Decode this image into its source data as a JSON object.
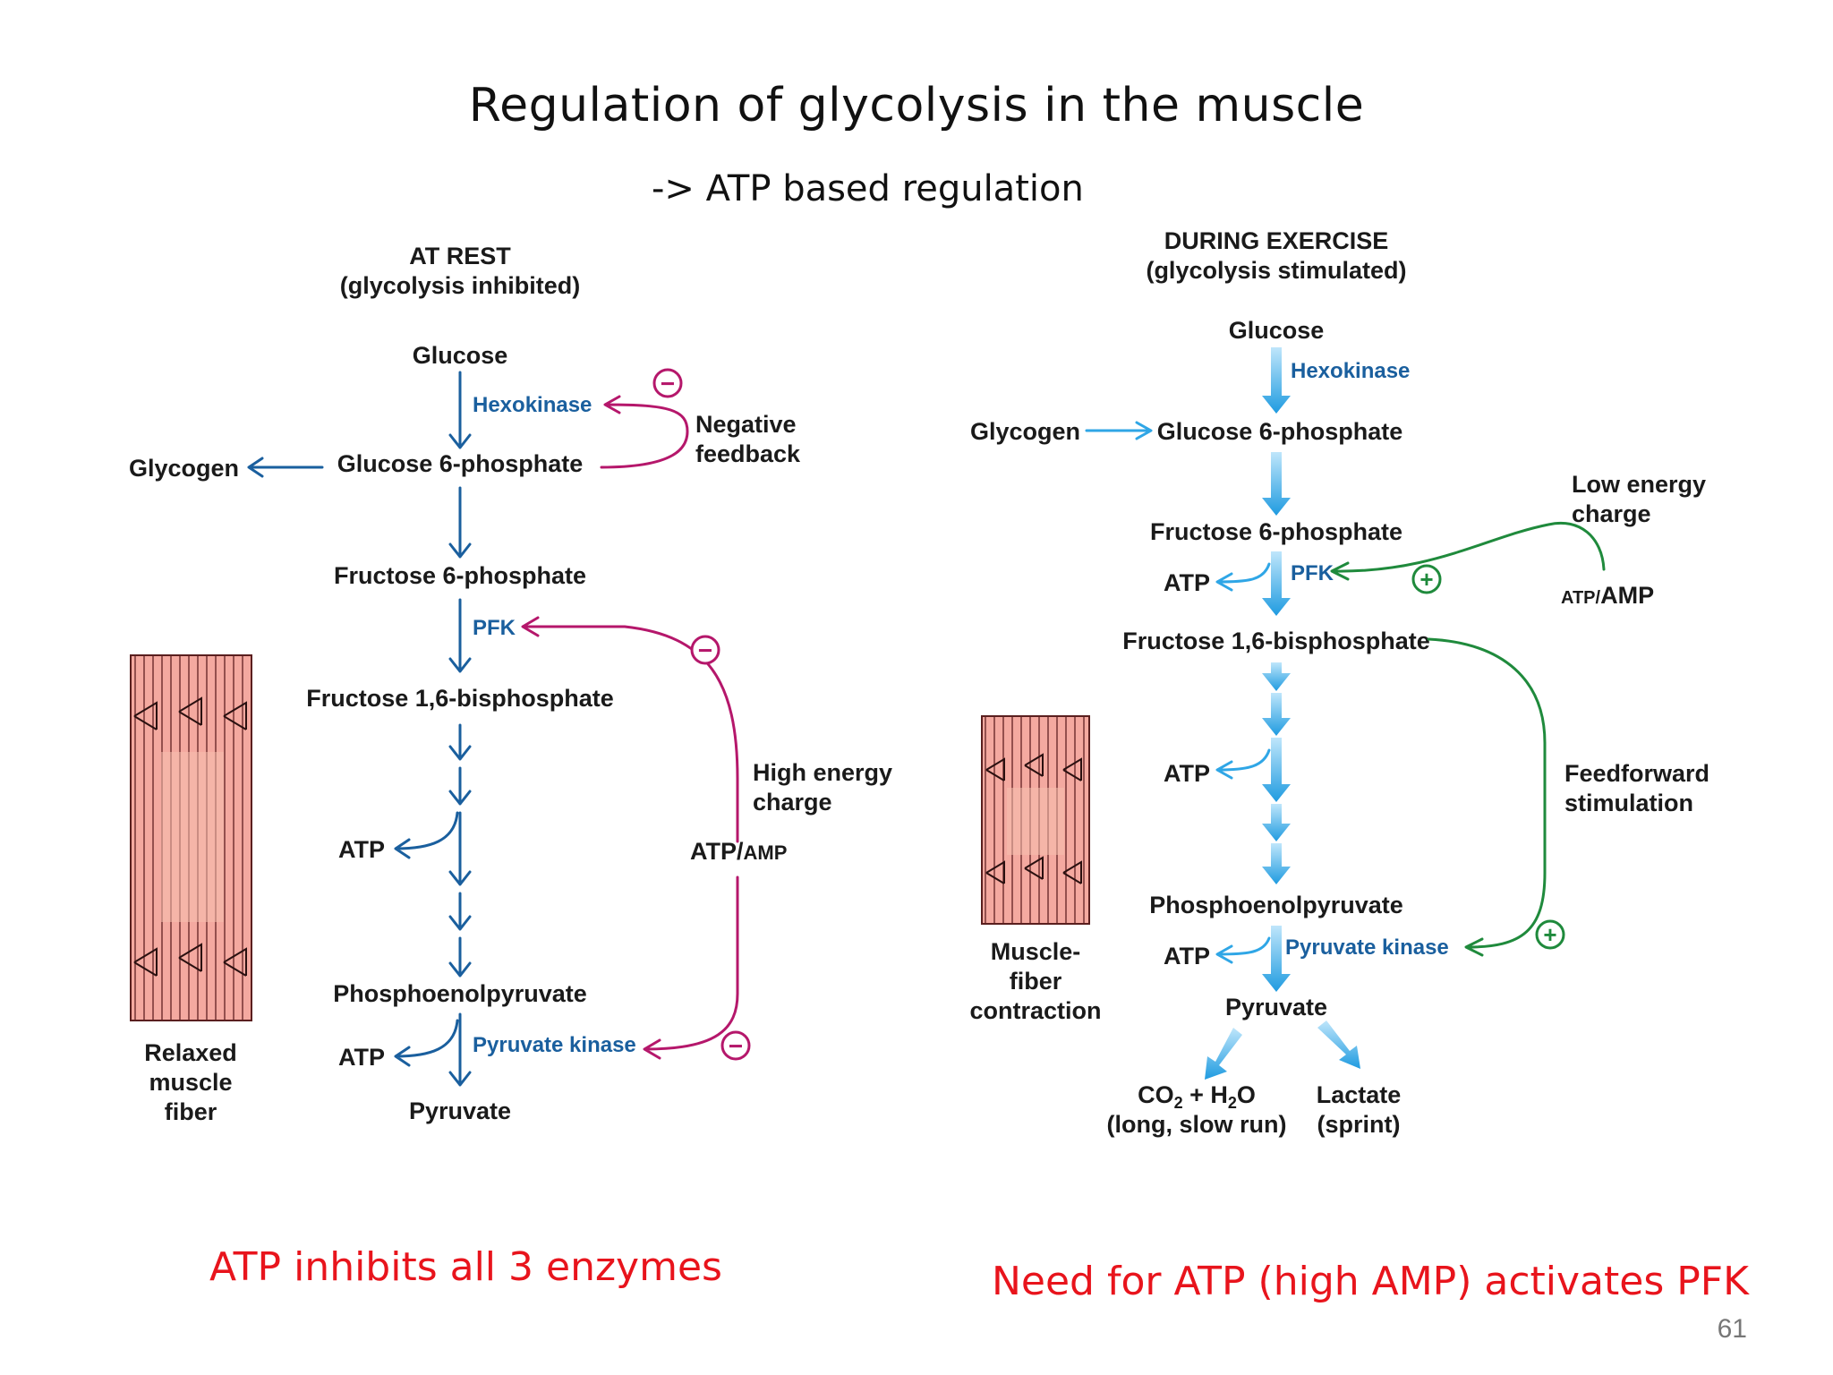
{
  "title": "Regulation of glycolysis in the muscle",
  "subtitle": "-> ATP based regulation",
  "rest": {
    "heading": "AT REST",
    "subheading": "(glycolysis inhibited)",
    "glucose": "Glucose",
    "hexokinase": "Hexokinase",
    "g6p": "Glucose 6-phosphate",
    "glycogen": "Glycogen",
    "negative": "Negative",
    "feedback": "feedback",
    "f6p": "Fructose 6-phosphate",
    "pfk": "PFK",
    "f16bp": "Fructose 1,6-bisphosphate",
    "atp1": "ATP",
    "high_energy": "High energy",
    "charge": "charge",
    "atp_amp_atp": "ATP/",
    "atp_amp_amp": "AMP",
    "pep": "Phosphoenolpyruvate",
    "atp2": "ATP",
    "pyruvate_kinase": "Pyruvate kinase",
    "pyruvate": "Pyruvate",
    "fiber_l1": "Relaxed",
    "fiber_l2": "muscle",
    "fiber_l3": "fiber",
    "minus": "−"
  },
  "exercise": {
    "heading": "DURING EXERCISE",
    "subheading": "(glycolysis stimulated)",
    "glucose": "Glucose",
    "hexokinase": "Hexokinase",
    "glycogen": "Glycogen",
    "g6p": "Glucose 6-phosphate",
    "low_energy": "Low energy",
    "charge": "charge",
    "f6p": "Fructose 6-phosphate",
    "atp_pfk": "ATP",
    "pfk": "PFK",
    "atp_amp_atp": "ATP/",
    "atp_amp_amp": "AMP",
    "f16bp": "Fructose 1,6-bisphosphate",
    "atp1": "ATP",
    "feedforward": "Feedforward",
    "stimulation": "stimulation",
    "pep": "Phosphoenolpyruvate",
    "atp2": "ATP",
    "pyruvate_kinase": "Pyruvate kinase",
    "pyruvate": "Pyruvate",
    "co2_a": "CO",
    "co2_sub": "2",
    "h2o_a": " + H",
    "h2o_sub": "2",
    "h2o_b": "O",
    "co2_note": "(long, slow run)",
    "lactate": "Lactate",
    "lactate_note": "(sprint)",
    "fiber_l1": "Muscle-",
    "fiber_l2": "fiber",
    "fiber_l3": "contraction",
    "plus": "+"
  },
  "footer": {
    "left": "ATP inhibits all 3 enzymes",
    "right": "Need for ATP (high AMP) activates PFK",
    "slide_number": "61"
  },
  "colors": {
    "dark_blue": "#1a5f9e",
    "light_blue": "#2fa6e6",
    "magenta": "#b5176b",
    "green": "#1f8a3c",
    "red_text": "#e8141c",
    "muscle_fill": "#f4a9a0"
  }
}
